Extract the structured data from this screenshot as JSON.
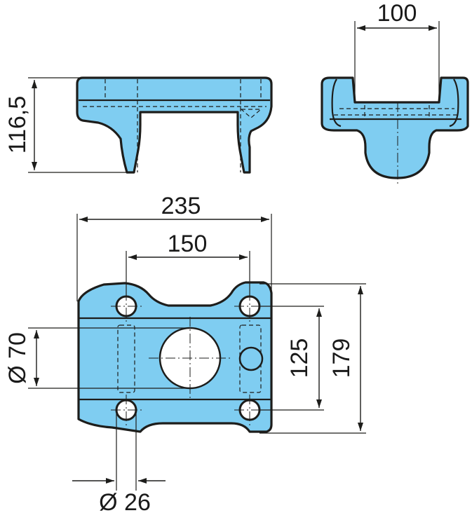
{
  "dimensions": {
    "side_height": "116,5",
    "end_width": "100",
    "overall_width": "235",
    "hole_spacing_x": "150",
    "hole_spacing_y": "125",
    "overall_depth": "179",
    "bore_diameter": "Ø 70",
    "hole_diameter": "Ø 26"
  },
  "colors": {
    "part_fill": "#7fcdf1",
    "outline": "#1d1d1b",
    "background": "#ffffff"
  }
}
